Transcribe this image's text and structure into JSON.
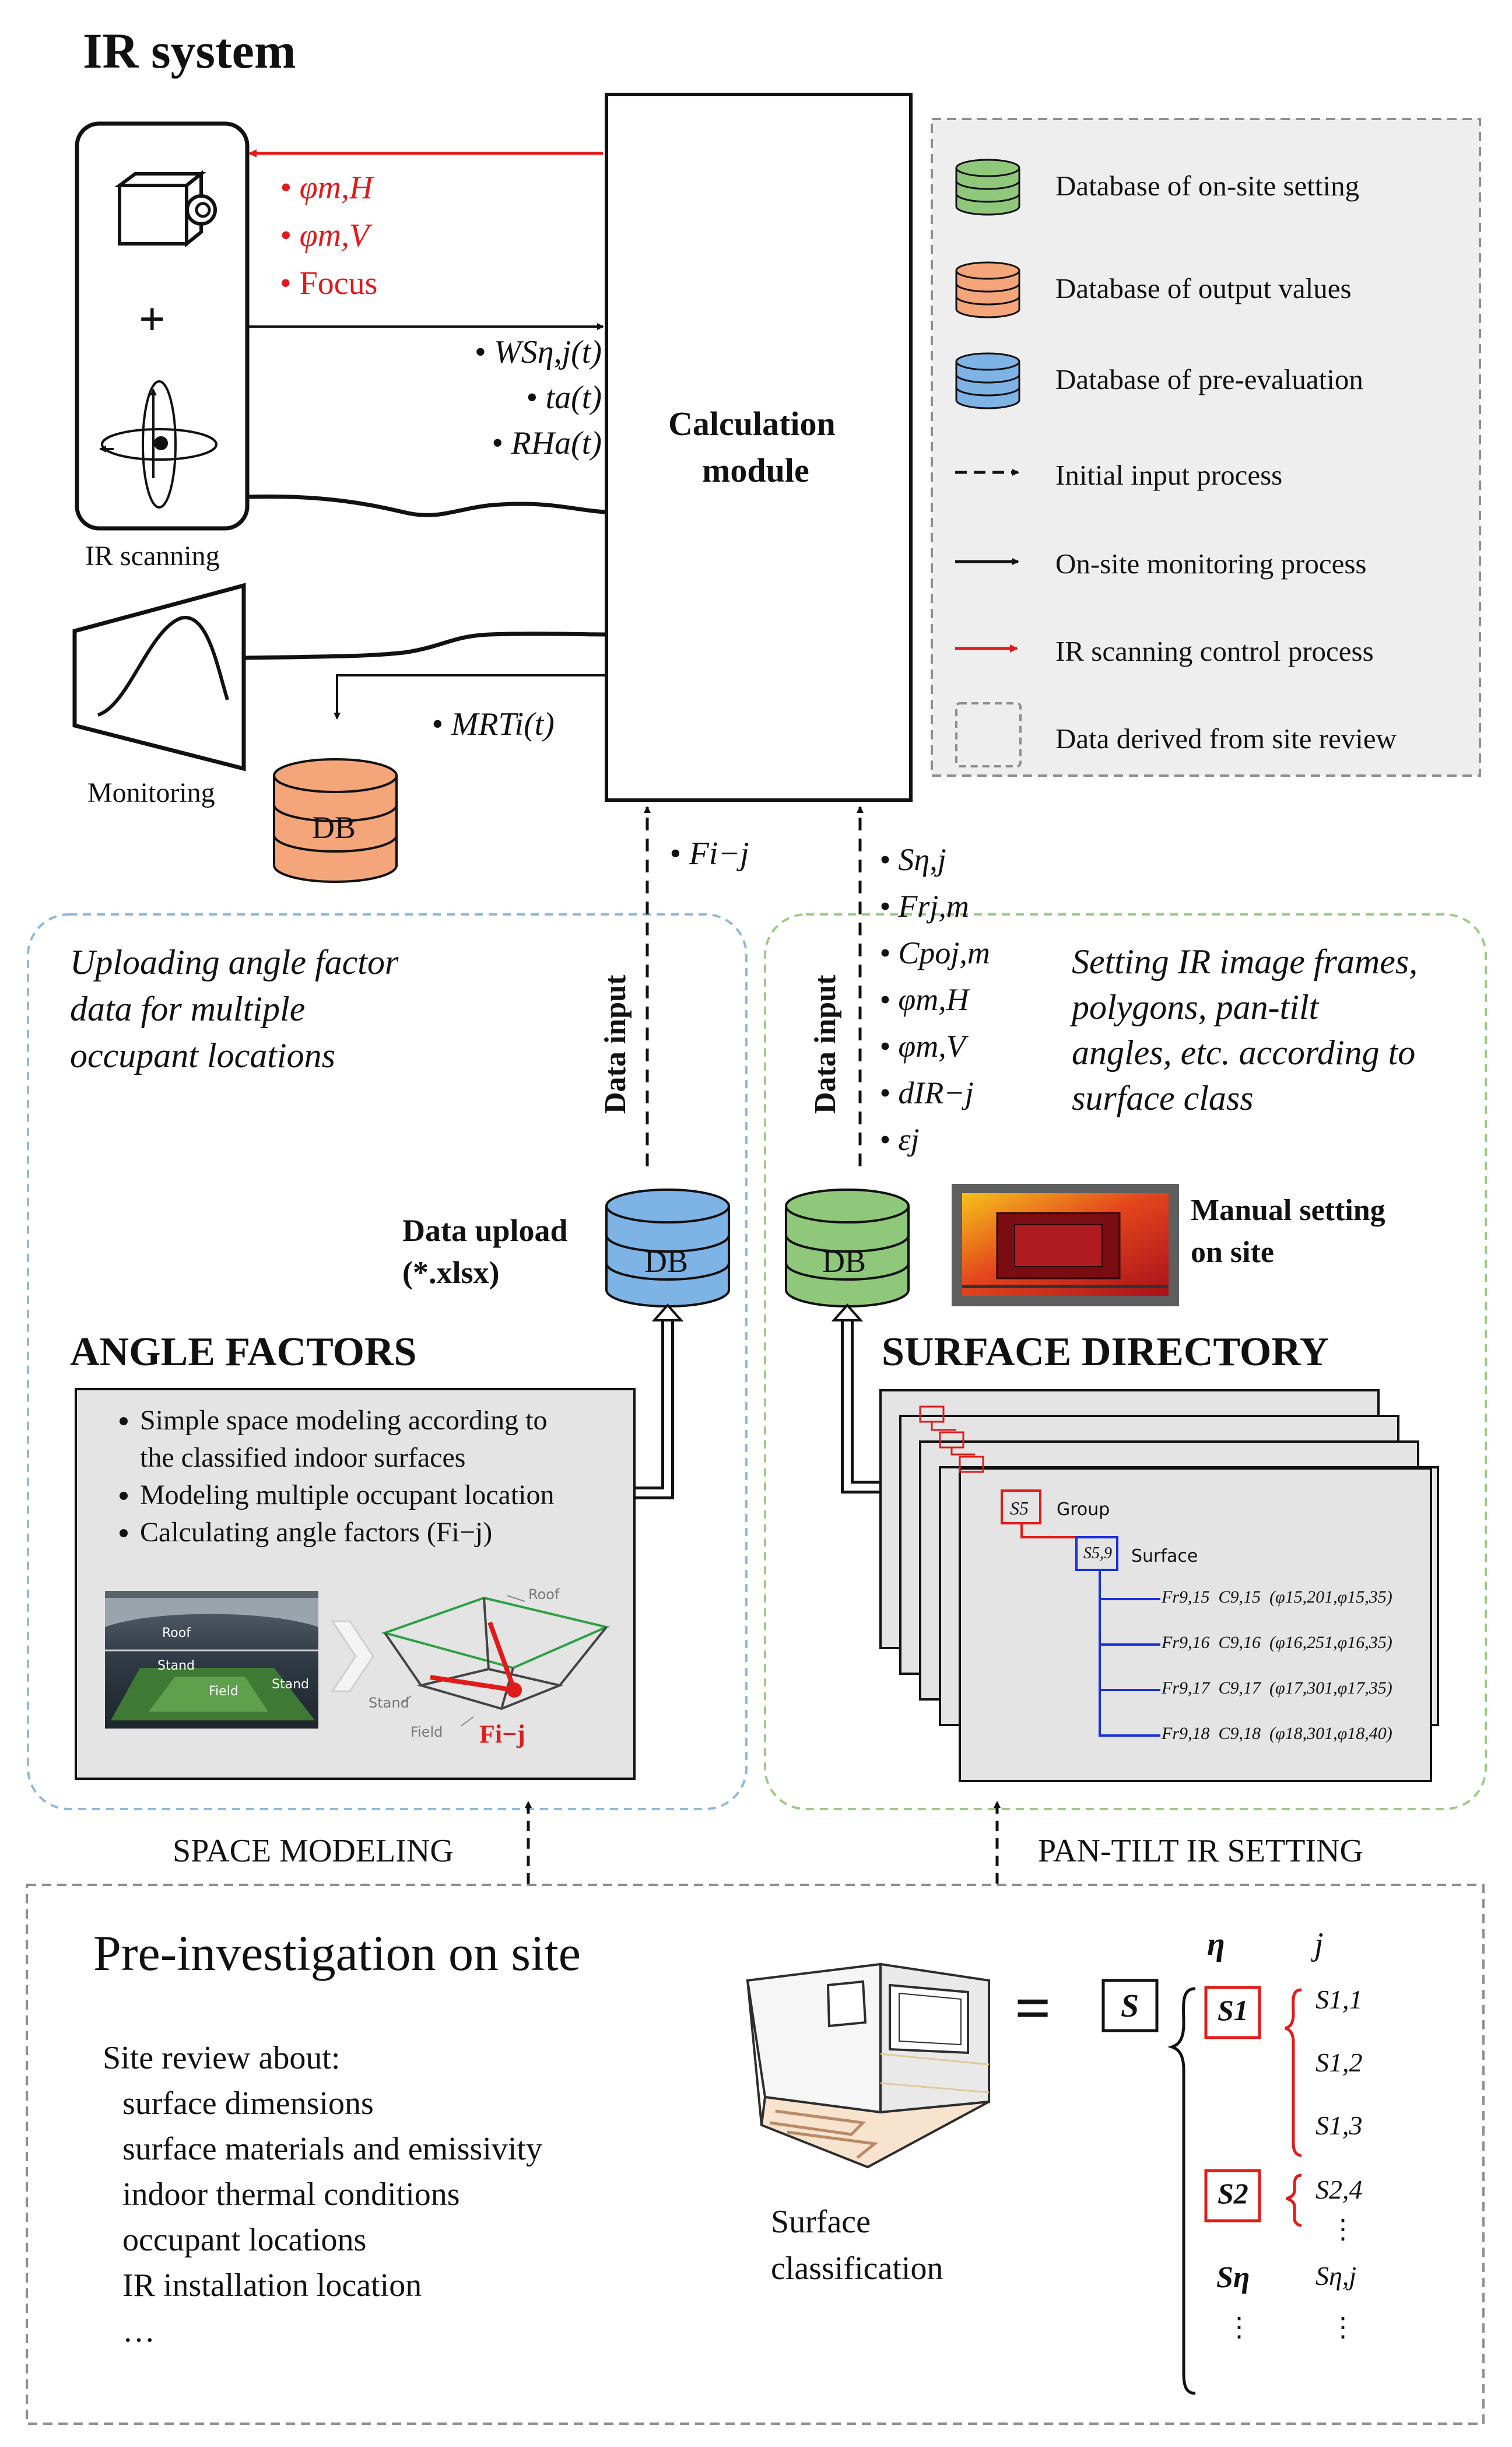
{
  "title": "IR system",
  "calc_module": [
    "Calculation",
    "module"
  ],
  "left_devices": {
    "ir_label": "IR scanning",
    "plus": "+",
    "monitor_label": "Monitoring",
    "db_label": "DB"
  },
  "red_outputs": [
    "φm,H",
    "φm,V",
    "Focus"
  ],
  "black_inputs": [
    "WSη,j(t)",
    "ta(t)",
    "RHa(t)"
  ],
  "mrt": "MRTi(t)",
  "fij": "Fi−j",
  "right_inputs": [
    "Sη,j",
    "Frj,m",
    "Cpoj,m",
    "φm,H",
    "φm,V",
    "dIR−j",
    "εj"
  ],
  "legend": [
    {
      "label": "Database of on-site setting",
      "icon": "db-green",
      "color": "#8fc87a"
    },
    {
      "label": "Database of output values",
      "icon": "db-orange",
      "color": "#f4a57a"
    },
    {
      "label": "Database of pre-evaluation",
      "icon": "db-blue",
      "color": "#7eb3e6"
    },
    {
      "label": "Initial input process",
      "icon": "dashed-arrow"
    },
    {
      "label": "On-site monitoring process",
      "icon": "solid-arrow"
    },
    {
      "label": "IR scanning control process",
      "icon": "red-arrow",
      "color": "#e11a1a"
    },
    {
      "label": "Data derived from site review",
      "icon": "dashed-box"
    }
  ],
  "data_input": "Data input",
  "angle_panel": {
    "description": [
      "Uploading angle factor",
      "data for multiple",
      "occupant locations"
    ],
    "upload": [
      "Data upload",
      "(*.xlsx)"
    ],
    "db": "DB",
    "heading": "ANGLE FACTORS",
    "bullets": [
      "Simple space modeling according to",
      "the classified indoor surfaces",
      "Modeling multiple occupant location",
      "Calculating angle factors (Fi−j)"
    ],
    "photo_labels": [
      "Roof",
      "Stand",
      "Field",
      "Stand"
    ],
    "model_labels": [
      "Roof",
      "Stand",
      "Field"
    ],
    "model_fij": "Fi−j",
    "footer": "SPACE MODELING"
  },
  "surface_panel": {
    "description": [
      "Setting IR image frames,",
      "polygons, pan-tilt",
      "angles, etc. according to",
      "surface class"
    ],
    "manual": [
      "Manual setting",
      "on site"
    ],
    "db": "DB",
    "heading": "SURFACE DIRECTORY",
    "tree": {
      "group_sym": "S5",
      "group_label": "Group",
      "surface_sym": "S5,9",
      "surface_label": "Surface",
      "rows": [
        {
          "fr": "Fr9,15",
          "c": "C9,15",
          "phi": "(φ15,201,φ15,35)"
        },
        {
          "fr": "Fr9,16",
          "c": "C9,16",
          "phi": "(φ16,251,φ16,35)"
        },
        {
          "fr": "Fr9,17",
          "c": "C9,17",
          "phi": "(φ17,301,φ17,35)"
        },
        {
          "fr": "Fr9,18",
          "c": "C9,18",
          "phi": "(φ18,301,φ18,40)"
        }
      ]
    },
    "footer": "PAN-TILT IR SETTING"
  },
  "pre": {
    "title": "Pre-investigation on site",
    "review_intro": "Site review about:",
    "review_items": [
      "surface dimensions",
      "surface materials and emissivity",
      "indoor thermal conditions",
      "occupant locations",
      "IR installation location",
      "…"
    ],
    "surface_caption": [
      "Surface",
      "classification"
    ],
    "equals": "=",
    "eta_head": "η",
    "j_head": "j",
    "s_sym": "S",
    "groups": [
      {
        "sym": "S1",
        "items": [
          "S1,1",
          "S1,2",
          "S1,3"
        ]
      },
      {
        "sym": "S2",
        "items": [
          "S2,4",
          "⋮"
        ]
      },
      {
        "sym": "Sη",
        "items": [
          "Sη,j"
        ]
      }
    ],
    "dots": "⋮"
  }
}
